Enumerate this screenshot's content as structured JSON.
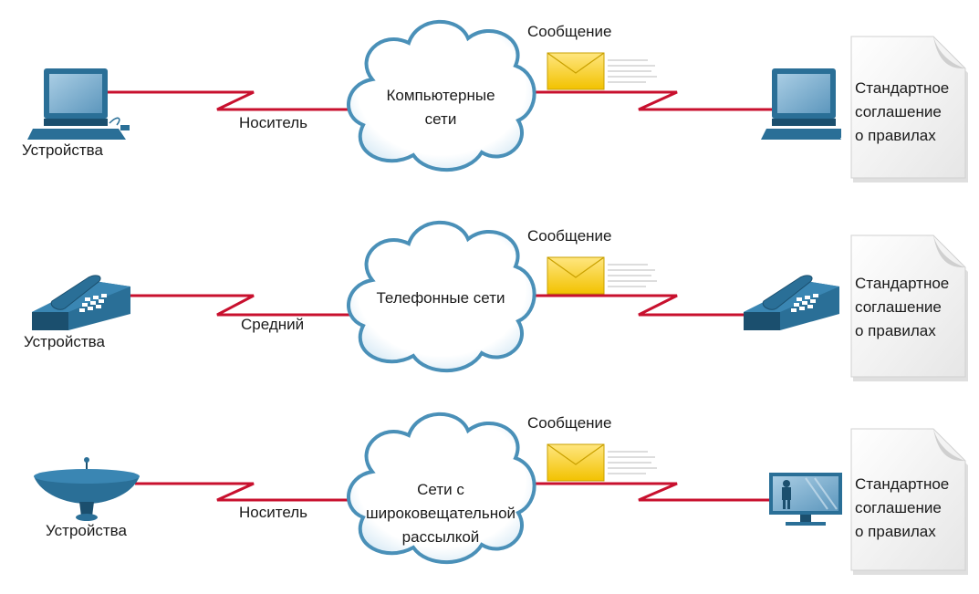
{
  "rows": [
    {
      "id": "computer",
      "device_label": "Устройства",
      "medium_label": "Носитель",
      "cloud_lines": [
        "Компьютерные",
        "сети"
      ],
      "message_label": "Сообщение",
      "rules_lines": [
        "Стандартное",
        "соглашение",
        "о правилах"
      ],
      "source_device_icon": "desktop-computer-icon",
      "dest_device_icon": "desktop-computer-icon"
    },
    {
      "id": "telephone",
      "device_label": "Устройства",
      "medium_label": "Средний",
      "cloud_lines": [
        "Телефонные сети"
      ],
      "message_label": "Сообщение",
      "rules_lines": [
        "Стандартное",
        "соглашение",
        "о правилах"
      ],
      "source_device_icon": "telephone-icon",
      "dest_device_icon": "telephone-icon"
    },
    {
      "id": "broadcast",
      "device_label": "Устройства",
      "medium_label": "Носитель",
      "cloud_lines": [
        "Сети с",
        "широковещательной",
        "рассылкой"
      ],
      "message_label": "Сообщение",
      "rules_lines": [
        "Стандартное",
        "соглашение",
        "о правилах"
      ],
      "source_device_icon": "satellite-dish-icon",
      "dest_device_icon": "television-icon"
    }
  ],
  "colors": {
    "link": "#c8102e",
    "device": "#2a6f97",
    "device_dark": "#1b4f6e",
    "screen": "#8fb8d4",
    "cloud_stroke": "#4a90b8",
    "envelope": "#f2c200",
    "document": "#f2f2f2"
  }
}
